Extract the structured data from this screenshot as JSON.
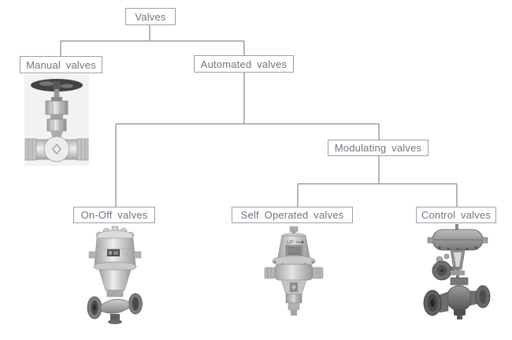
{
  "diagram": {
    "type": "tree",
    "nodes": {
      "valves": {
        "label": "Valves"
      },
      "manual": {
        "label": "Manual valves"
      },
      "automated": {
        "label": "Automated valves"
      },
      "modulating": {
        "label": "Modulating valves"
      },
      "on_off": {
        "label": "On-Off valves"
      },
      "self_operated": {
        "label": "Self Operated valves"
      },
      "control": {
        "label": "Control valves"
      }
    },
    "hierarchy": [
      {
        "parent": "Valves",
        "children": [
          "Manual valves",
          "Automated valves"
        ]
      },
      {
        "parent": "Automated valves",
        "children": [
          "On-Off valves",
          "Modulating valves"
        ]
      },
      {
        "parent": "Modulating valves",
        "children": [
          "Self Operated valves",
          "Control valves"
        ]
      }
    ],
    "photos": {
      "manual": {
        "name": "manual-valve-photo",
        "depicts": "needle valve with round handwheel"
      },
      "on_off": {
        "name": "on-off-valve-photo",
        "depicts": "pneumatic diaphragm valve with flanged ends"
      },
      "self_operated": {
        "name": "self-operated-valve-photo",
        "depicts": "self operated pressure reducing valve",
        "marking": "UP"
      },
      "control": {
        "name": "control-valve-photo",
        "depicts": "globe control valve with diaphragm actuator and positioner"
      }
    },
    "colors": {
      "connector": "#9aa0a3",
      "box_border": "#9aa0a6",
      "label_text": "#6e7681",
      "background": "#ffffff"
    }
  }
}
